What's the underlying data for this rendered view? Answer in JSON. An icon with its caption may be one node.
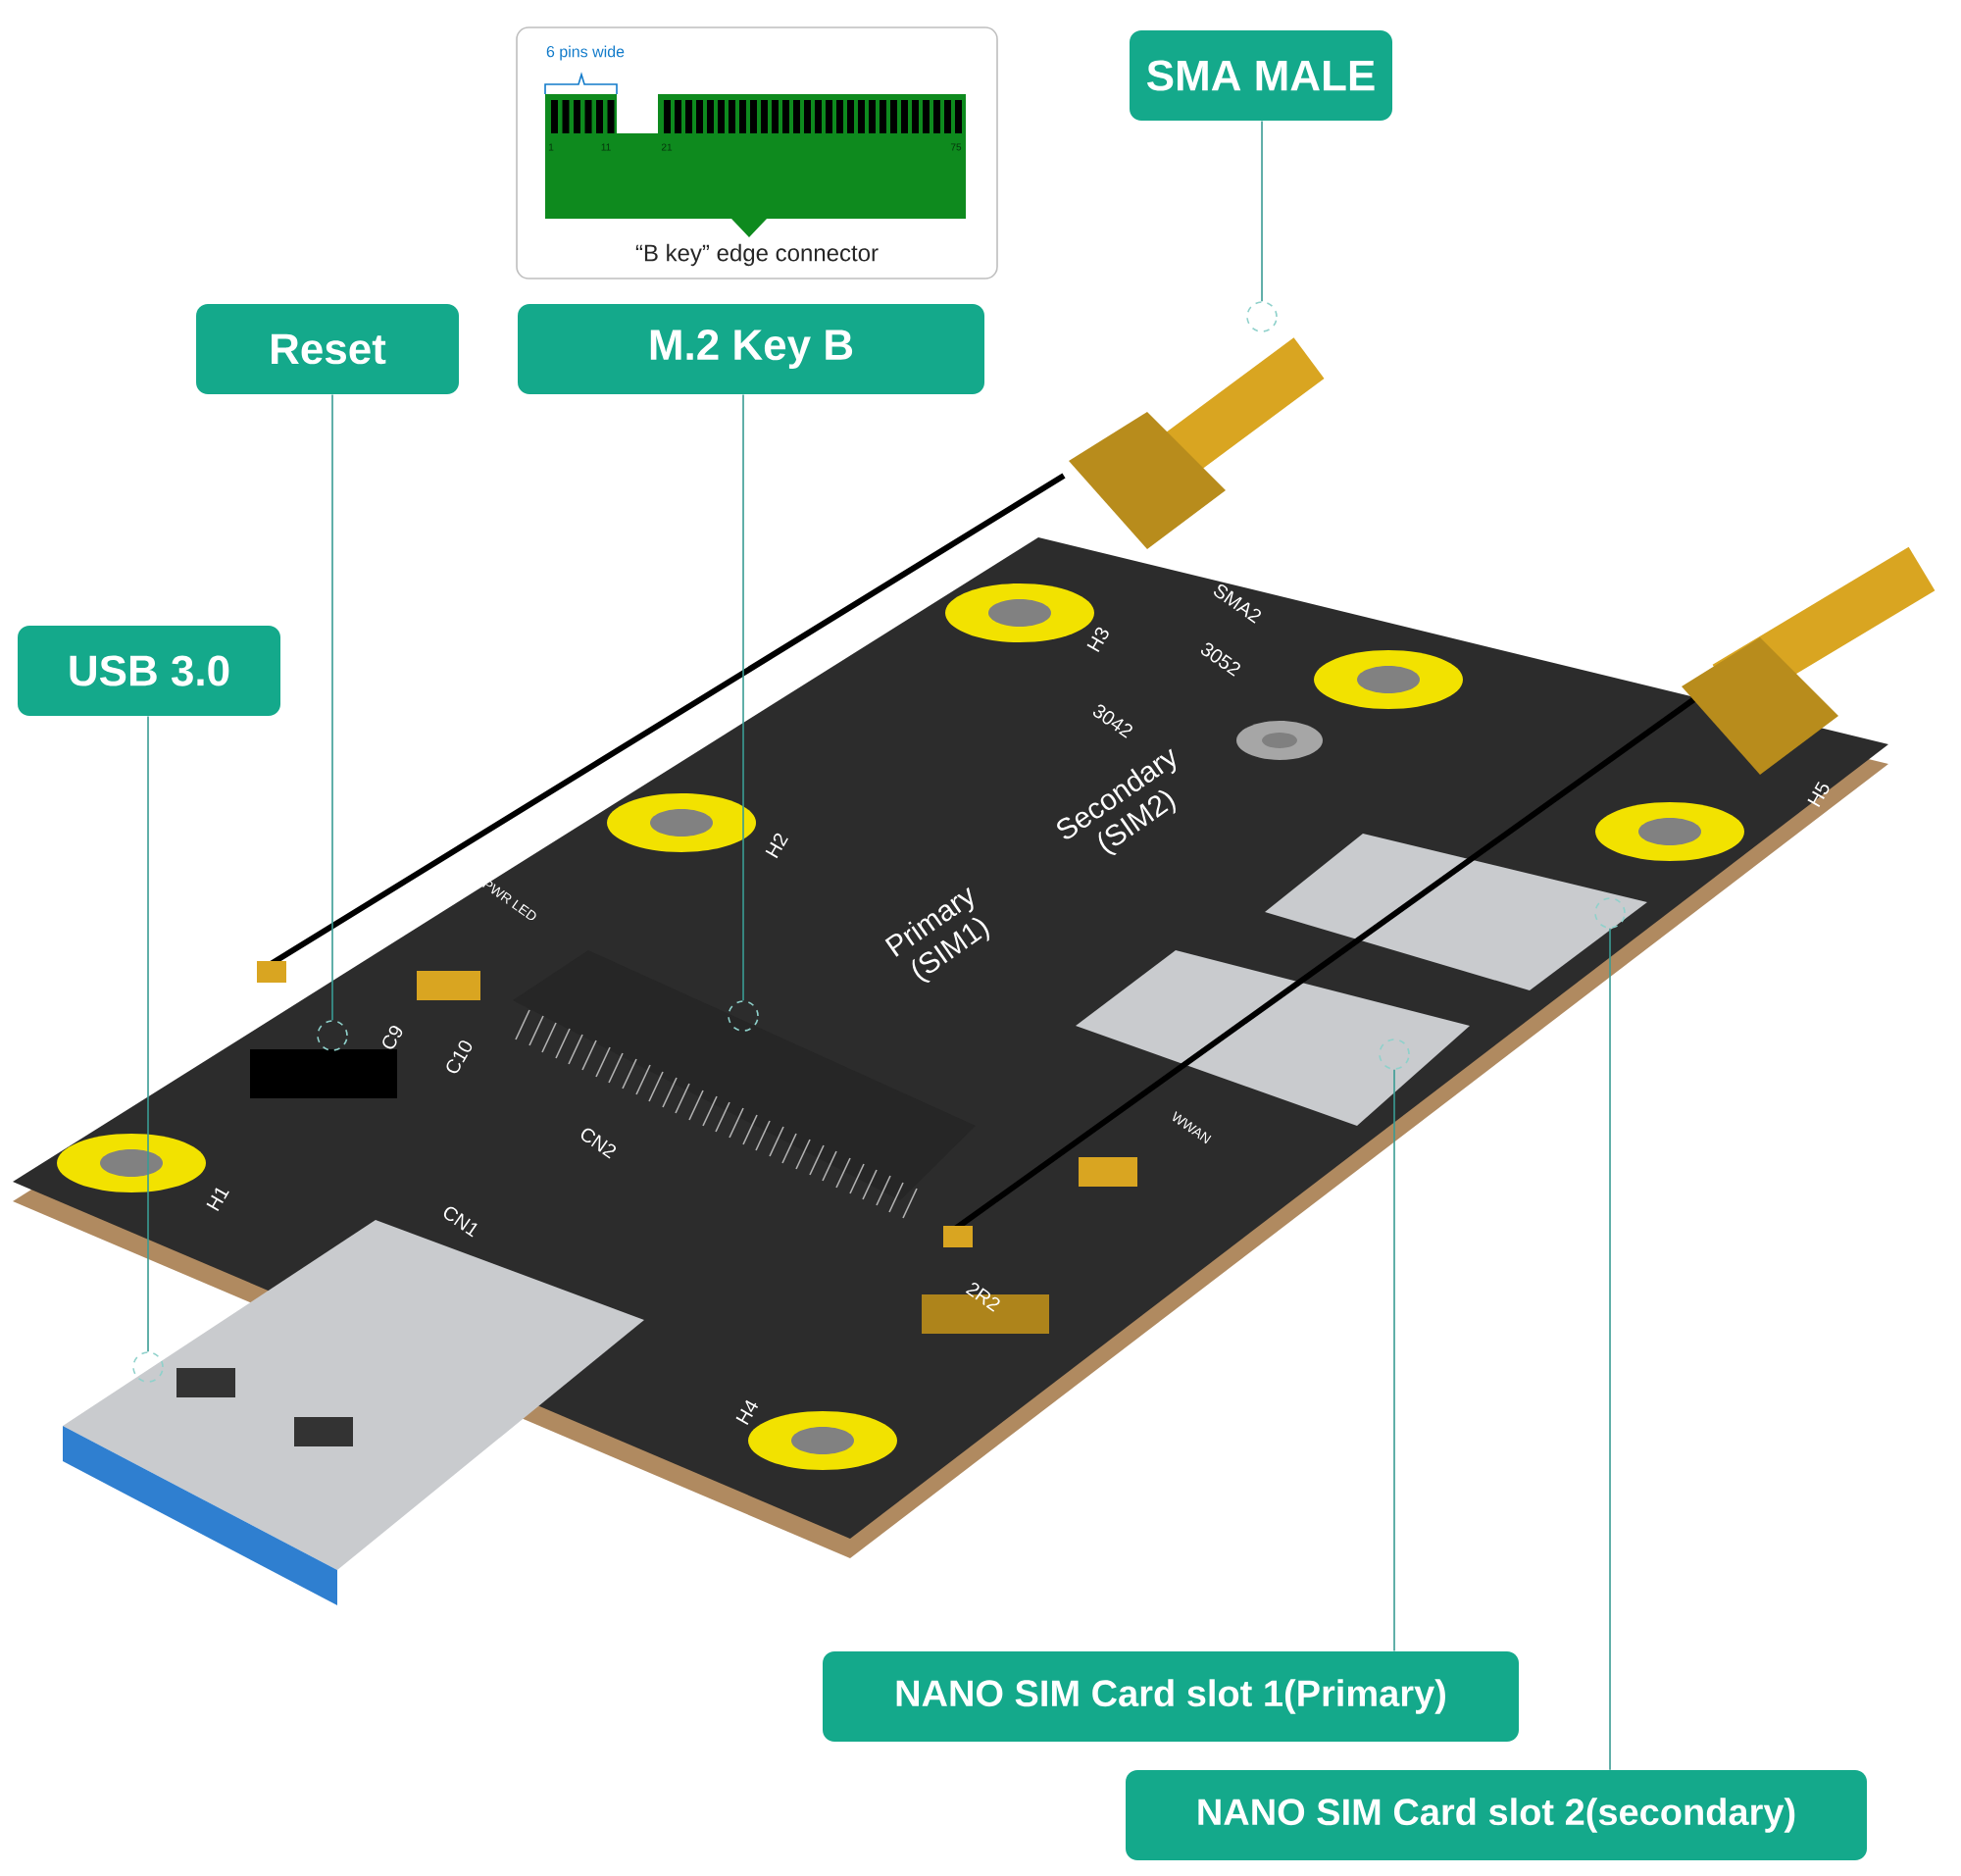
{
  "diagram": {
    "nodes": [
      {
        "text": [
          "SMA MALE"
        ]
      },
      {
        "text": [
          "Reset"
        ]
      },
      {
        "text": [
          "M.2 Key B"
        ]
      },
      {
        "text": [
          "USB 3.0"
        ]
      },
      {
        "text": [
          "NANO SIM Card slot 1(Primary)"
        ]
      },
      {
        "text": [
          "NANO SIM Card slot 2(secondary)"
        ]
      },
      {
        "text": [
          "6 pins wide",
          "“B key” edge connector"
        ]
      },
      {
        "text": [],
        "shape": "circle"
      },
      {
        "text": [],
        "shape": "circle"
      },
      {
        "text": [],
        "shape": "circle"
      },
      {
        "text": [],
        "shape": "circle"
      },
      {
        "text": [],
        "shape": "circle"
      },
      {
        "text": [],
        "shape": "circle"
      }
    ],
    "edges": [
      {
        "from": 0,
        "to": 7,
        "arrow": "none"
      },
      {
        "from": 1,
        "to": 8,
        "arrow": "none"
      },
      {
        "from": 2,
        "to": 9,
        "arrow": "none"
      },
      {
        "from": 3,
        "to": 10,
        "arrow": "none"
      },
      {
        "from": 4,
        "to": 11,
        "arrow": "none"
      },
      {
        "from": 5,
        "to": 12,
        "arrow": "none"
      }
    ],
    "labels": [
      "1",
      "11",
      "21",
      "75",
      "SMA2",
      "H3",
      "3052",
      "3042",
      "Secondary (SIM2)",
      "H5",
      "H2",
      "PWR LED",
      "Primary (SIM1)",
      "C9",
      "C10",
      "WWAN",
      "CN2",
      "H1",
      "CN1",
      "2R2",
      "H4"
    ]
  }
}
